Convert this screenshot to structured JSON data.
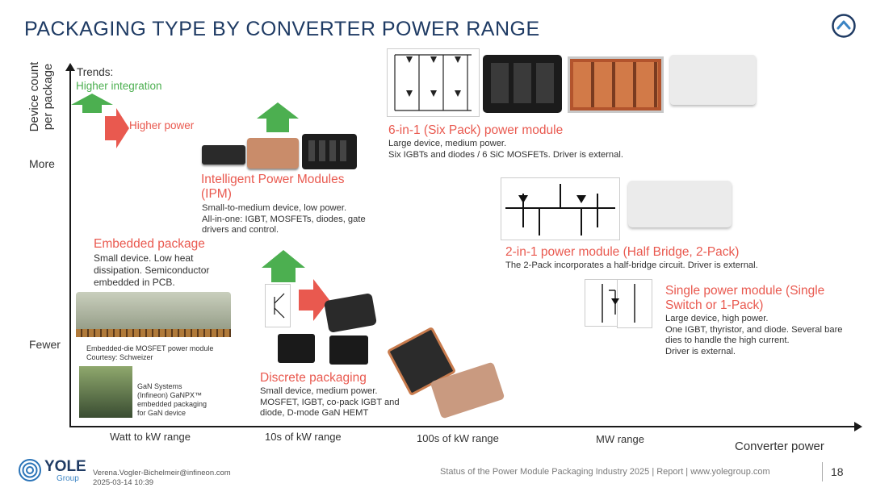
{
  "title": "PACKAGING TYPE BY CONVERTER POWER RANGE",
  "y_axis": {
    "label": "Device count per package",
    "more": "More",
    "fewer": "Fewer"
  },
  "x_axis": {
    "label": "Converter power",
    "ticks": [
      "Watt to kW range",
      "10s of kW range",
      "100s of kW range",
      "MW range"
    ]
  },
  "trends": {
    "label": "Trends:",
    "integration": "Higher integration",
    "power": "Higher power"
  },
  "categories": {
    "six_pack": {
      "heading": "6-in-1 (Six Pack) power module",
      "line1": "Large device, medium power.",
      "line2": "Six IGBTs and diodes / 6 SiC MOSFETs. Driver is external."
    },
    "ipm": {
      "heading_l1": "Intelligent Power Modules",
      "heading_l2": "(IPM)",
      "line1": "Small-to-medium device, low power.",
      "line2": "All-in-one: IGBT, MOSFETs, diodes, gate",
      "line3": "drivers and control."
    },
    "embedded": {
      "heading": "Embedded package",
      "line1": "Small device. Low heat",
      "line2": "dissipation. Semiconductor",
      "line3": "embedded in PCB.",
      "caption1_l1": "Embedded-die MOSFET power module",
      "caption1_l2": "Courtesy: Schweizer",
      "caption2_l1": "GaN Systems",
      "caption2_l2": "(Infineon) GaNPX™",
      "caption2_l3": "embedded packaging",
      "caption2_l4": "for GaN device"
    },
    "half_bridge": {
      "heading": "2-in-1 power module (Half Bridge, 2-Pack)",
      "line1": "The 2-Pack incorporates a half-bridge circuit. Driver is external."
    },
    "single": {
      "heading_l1": "Single power module (Single",
      "heading_l2": "Switch or 1-Pack)",
      "line1": "Large device, high power.",
      "line2": "One IGBT, thyristor, and diode.  Several bare",
      "line3": "dies to handle the high current.",
      "line4": "Driver is external."
    },
    "discrete": {
      "heading": "Discrete packaging",
      "line1": "Small device, medium power.",
      "line2": "MOSFET, IGBT, co-pack IGBT and",
      "line3": "diode, D-mode GaN HEMT"
    }
  },
  "footer": {
    "brand": "YOLE",
    "brand_sub": "Group",
    "email": "Verena.Vogler-Bichelmeir@infineon.com",
    "timestamp": "2025-03-14 10:39",
    "report": "Status of the Power Module Packaging Industry 2025 | Report | www.yolegroup.com",
    "page": "18"
  },
  "colors": {
    "title": "#1f3b64",
    "accent_red": "#e9594f",
    "accent_green": "#4caf50",
    "text": "#333333"
  },
  "icons": [
    "chevron-up-icon",
    "green-up-arrow-icon",
    "red-right-arrow-icon",
    "yole-logo-icon"
  ]
}
